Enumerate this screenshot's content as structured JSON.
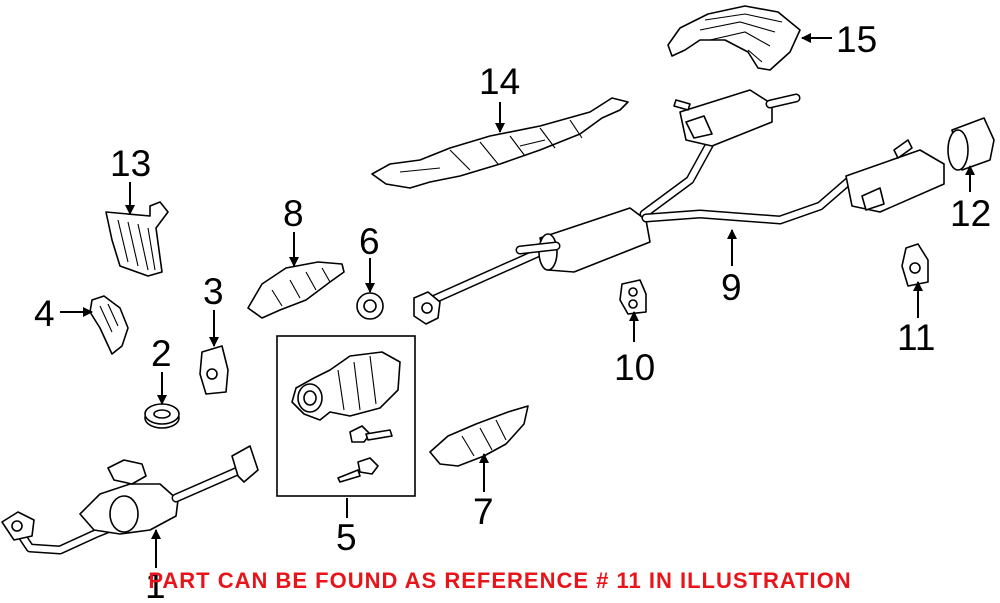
{
  "callouts": {
    "c1": "1",
    "c2": "2",
    "c3": "3",
    "c4": "4",
    "c5": "5",
    "c6": "6",
    "c7": "7",
    "c8": "8",
    "c9": "9",
    "c10": "10",
    "c11": "11",
    "c12": "12",
    "c13": "13",
    "c14": "14",
    "c15": "15"
  },
  "footer_note": "PART CAN BE FOUND AS REFERENCE # 11 IN ILLUSTRATION",
  "colors": {
    "note": "#e8141a",
    "line": "#000000",
    "background": "#ffffff"
  }
}
